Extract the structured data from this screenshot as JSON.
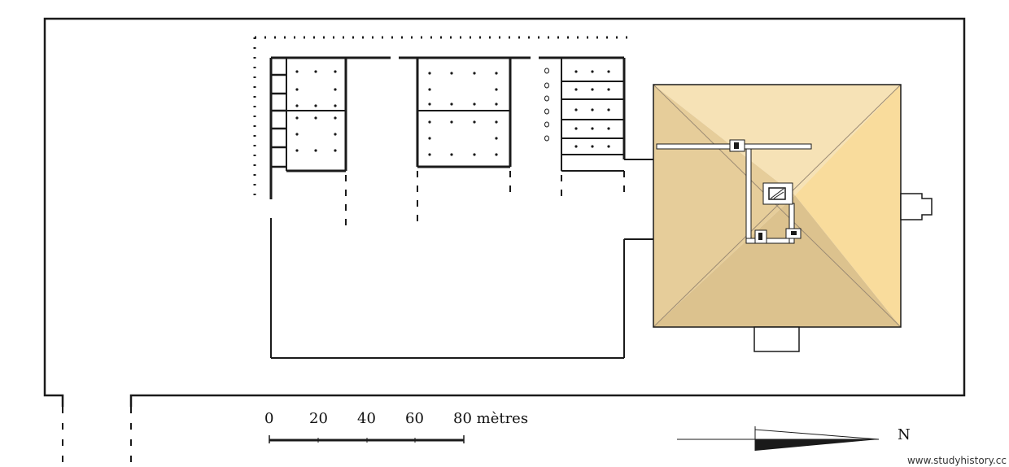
{
  "scale_bar": {
    "labels": [
      "0",
      "20",
      "40",
      "60",
      "80 mètres"
    ]
  },
  "north_arrow": {
    "label": "N"
  },
  "watermark": {
    "text": "www.studyhistory.cc"
  },
  "colors": {
    "line": "#1a1a1a",
    "pyramid_north": "#f6e2b6",
    "pyramid_east": "#f9dc9c",
    "pyramid_south": "#dcc28e",
    "pyramid_west": "#e6cd9a",
    "chamber_fill": "#ffffff"
  }
}
